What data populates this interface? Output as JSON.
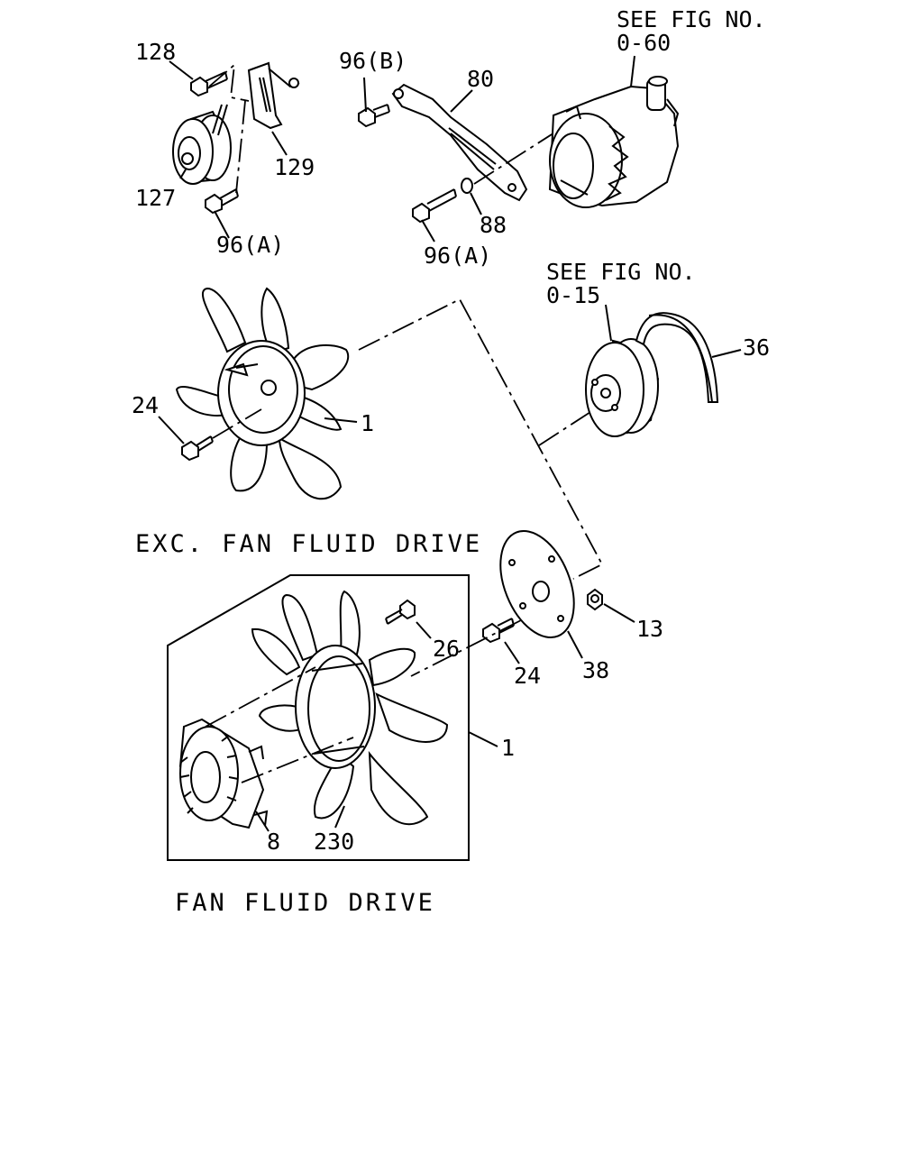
{
  "references": {
    "alternator": [
      "SEE FIG NO.",
      "0-60"
    ],
    "water_pump": [
      "SEE FIG NO.",
      "0-15"
    ]
  },
  "callouts": {
    "p128": "128",
    "p127": "127",
    "p129": "129",
    "p96a_left": "96(A)",
    "p96b": "96(B)",
    "p80": "80",
    "p88": "88",
    "p96a_mid": "96(A)",
    "p36": "36",
    "p24_top": "24",
    "p1_top": "1",
    "p26": "26",
    "p13": "13",
    "p24_bottom": "24",
    "p38": "38",
    "p1_bottom": "1",
    "p8": "8",
    "p230": "230"
  },
  "captions": {
    "exc_fan": "EXC. FAN FLUID DRIVE",
    "fan_fluid": "FAN FLUID DRIVE"
  }
}
